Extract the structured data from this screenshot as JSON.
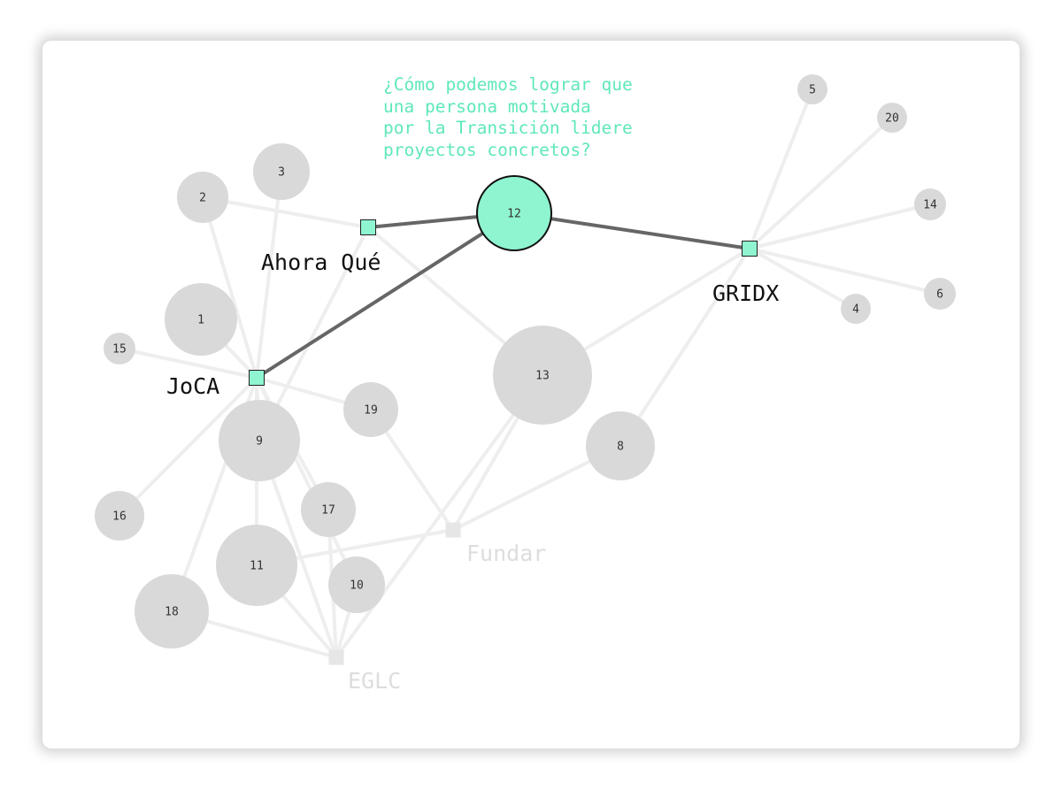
{
  "question": "¿Cómo podemos lograr que\nuna persona motivada\npor la Transición lidere\nproyectos concretos?",
  "colors": {
    "accent": "#8ff5d0",
    "question_text": "#5fe8b8",
    "node_grey": "#d9d9d9",
    "edge_faded": "#eeeeee",
    "edge_highlight": "#666666",
    "label_active": "#111111",
    "label_faded": "#dddddd"
  },
  "organizations": [
    {
      "id": "ahora",
      "label": "Ahora Qué",
      "active": true
    },
    {
      "id": "joca",
      "label": "JoCA",
      "active": true
    },
    {
      "id": "gridx",
      "label": "GRIDX",
      "active": true
    },
    {
      "id": "fundar",
      "label": "Fundar",
      "active": false
    },
    {
      "id": "eglc",
      "label": "EGLC",
      "active": false
    }
  ],
  "people": [
    {
      "id": "1",
      "label": "1",
      "org": [
        "joca"
      ]
    },
    {
      "id": "2",
      "label": "2",
      "org": [
        "joca",
        "ahora"
      ]
    },
    {
      "id": "3",
      "label": "3",
      "org": [
        "joca"
      ]
    },
    {
      "id": "4",
      "label": "4",
      "org": [
        "gridx"
      ]
    },
    {
      "id": "5",
      "label": "5",
      "org": [
        "gridx"
      ]
    },
    {
      "id": "6",
      "label": "6",
      "org": [
        "gridx"
      ]
    },
    {
      "id": "8",
      "label": "8",
      "org": [
        "gridx",
        "fundar"
      ]
    },
    {
      "id": "9",
      "label": "9",
      "org": [
        "joca",
        "ahora",
        "eglc"
      ]
    },
    {
      "id": "10",
      "label": "10",
      "org": [
        "joca",
        "eglc"
      ]
    },
    {
      "id": "11",
      "label": "11",
      "org": [
        "joca",
        "fundar",
        "eglc"
      ]
    },
    {
      "id": "12",
      "label": "12",
      "org": [
        "ahora",
        "joca",
        "gridx"
      ],
      "highlighted": true
    },
    {
      "id": "13",
      "label": "13",
      "org": [
        "ahora",
        "gridx",
        "fundar",
        "eglc"
      ]
    },
    {
      "id": "14",
      "label": "14",
      "org": [
        "gridx"
      ]
    },
    {
      "id": "15",
      "label": "15",
      "org": [
        "joca"
      ]
    },
    {
      "id": "16",
      "label": "16",
      "org": [
        "joca"
      ]
    },
    {
      "id": "17",
      "label": "17",
      "org": [
        "joca",
        "eglc"
      ]
    },
    {
      "id": "18",
      "label": "18",
      "org": [
        "joca",
        "eglc"
      ]
    },
    {
      "id": "19",
      "label": "19",
      "org": [
        "joca",
        "fundar"
      ]
    },
    {
      "id": "20",
      "label": "20",
      "org": [
        "gridx"
      ]
    }
  ]
}
